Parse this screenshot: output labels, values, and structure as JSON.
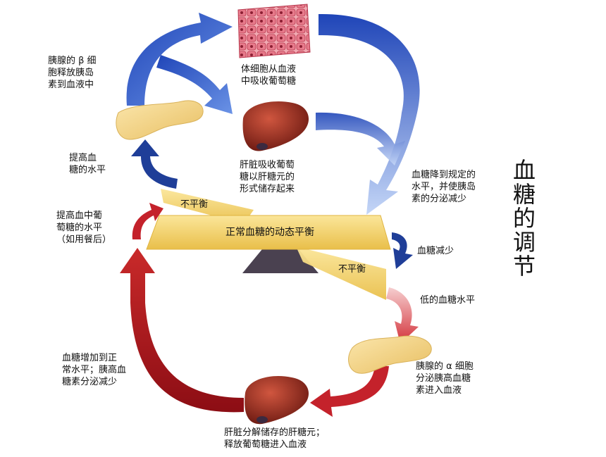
{
  "title": "血糖的调节",
  "center_label": "正常血糖的动态平衡",
  "imbalance_left": "不平衡",
  "imbalance_right": "不平衡",
  "labels": {
    "beta_release": "胰腺的 β 细\n胞释放胰岛\n素到血液中",
    "cells_absorb": "体细胞从血液\n中吸收葡萄糖",
    "liver_store": "肝脏吸收葡萄\n糖以肝糖元的\n形式储存起来",
    "glucose_down": "血糖降到规定的\n水平，并使胰岛\n素的分泌减少",
    "raise_level": "提高血\n糖的水平",
    "meal_raise": "提高血中葡\n萄糖的水平\n（如用餐后）",
    "glucose_decrease": "血糖减少",
    "low_glucose": "低的血糖水平",
    "alpha_secrete": "胰腺的 α 细胞\n分泌胰高血糖\n素进入血液",
    "glucose_up": "血糖增加到正\n常水平；胰高血\n糖素分泌减少",
    "liver_release": "肝脏分解储存的肝糖元；\n释放葡萄糖进入血液"
  },
  "colors": {
    "insulin_arrow": "#2a55c4",
    "glucagon_arrow": "#b3121b",
    "balance_board": "#f7d772",
    "fulcrum": "#4a4150",
    "liver": "#9d2a1e",
    "pancreas": "#f4d58a",
    "tissue": "#d9667a"
  },
  "icons": [
    "tissue-cells-icon",
    "liver-icon",
    "pancreas-icon",
    "fulcrum-icon"
  ]
}
